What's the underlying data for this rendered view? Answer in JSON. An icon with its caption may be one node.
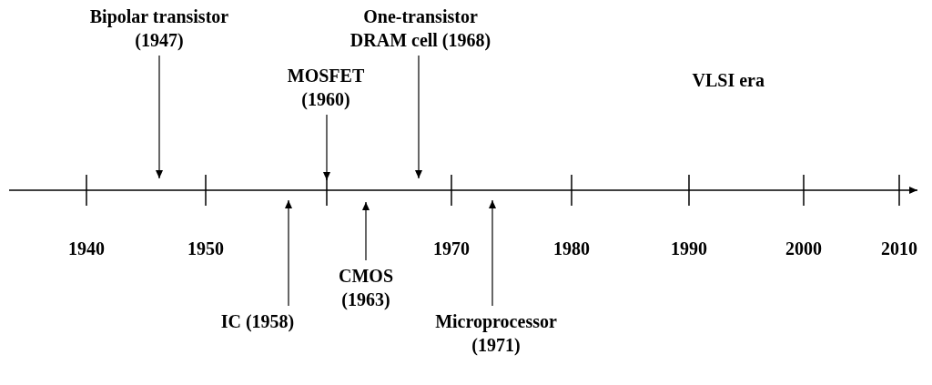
{
  "diagram": {
    "nodes": [
      {
        "text": [
          "Bipolar transistor (1947)"
        ]
      },
      {
        "text": [
          "MOSFET (1960)"
        ]
      },
      {
        "text": [
          "One-transistor DRAM cell (1968)"
        ]
      },
      {
        "text": [
          "IC (1958)"
        ]
      },
      {
        "text": [
          "CMOS (1963)"
        ]
      },
      {
        "text": [
          "Microprocessor (1971)"
        ]
      }
    ],
    "edges": [
      {
        "from": 0,
        "to": null,
        "arrow": "to"
      },
      {
        "from": 1,
        "to": null,
        "arrow": "to"
      },
      {
        "from": 2,
        "to": null,
        "arrow": "to"
      },
      {
        "from": 3,
        "to": null,
        "arrow": "to"
      },
      {
        "from": 4,
        "to": null,
        "arrow": "to"
      },
      {
        "from": 5,
        "to": null,
        "arrow": "to"
      }
    ],
    "labels": [
      "VLSI era",
      "1940",
      "1950",
      "1970",
      "1980",
      "1990",
      "2000",
      "2010"
    ]
  }
}
